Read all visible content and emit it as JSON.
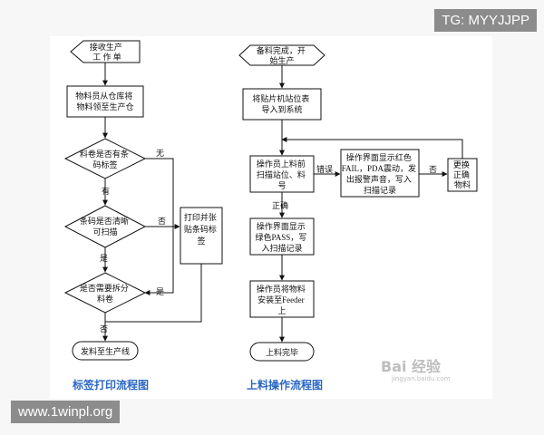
{
  "watermarks": {
    "tg": "TG: MYYJJPP",
    "site": "www.1winpl.org"
  },
  "left": {
    "start": [
      "接收生产",
      "工  作  单"
    ],
    "box1": [
      "物料员从仓库将",
      "物料领至生产仓"
    ],
    "d1": [
      "料卷是否有条",
      "码标签"
    ],
    "d2": [
      "条码是否清晰",
      "可扫描"
    ],
    "d3": [
      "是否需要拆分",
      "料卷"
    ],
    "print_box": [
      "打印并张",
      "贴条码标",
      "签"
    ],
    "end": "发料至生产线",
    "labels": {
      "d1_no": "无",
      "d1_yes": "有",
      "d2_no": "否",
      "d2_yes": "是",
      "d3_yes": "是",
      "d3_no": "否"
    },
    "caption": "标签打印流程图"
  },
  "right": {
    "start": [
      "备料完成，开",
      "始生产"
    ],
    "box1": [
      "将贴片机站位表",
      "导入到系统"
    ],
    "box2": [
      "操作员上料前",
      "扫描站位、料",
      "号"
    ],
    "err_box": [
      "操作界面显示红色",
      "FAIL，PDA震动，发",
      "出报警声音，写入",
      "扫描记录"
    ],
    "change_box": [
      "更换",
      "正确",
      "物料"
    ],
    "pass_box": [
      "操作界面显示",
      "绿色PASS，写",
      "入扫描记录"
    ],
    "mount_box": [
      "操作员将物料",
      "安装至Feeder",
      "上"
    ],
    "end": "上料完毕",
    "labels": {
      "error": "错误",
      "correct": "正确",
      "no": "否"
    },
    "caption": "上料操作流程图"
  },
  "baidu": {
    "logo": "Bai 经验",
    "url": "jingyan.baidu.com"
  },
  "colors": {
    "caption": "#2b66c4",
    "watermark_bg": "#8c8c8c"
  }
}
